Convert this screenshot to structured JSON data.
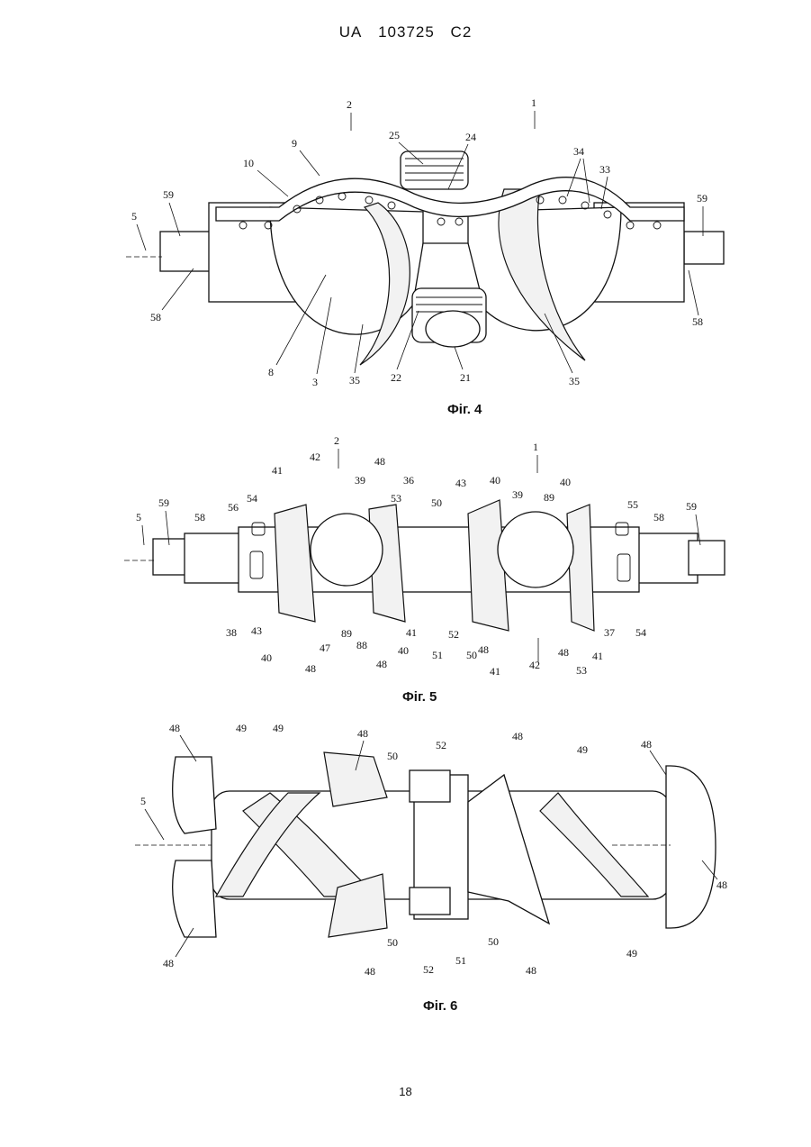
{
  "header": {
    "country": "UA",
    "number": "103725",
    "kind": "C2"
  },
  "figures": [
    {
      "caption": "Фіг. 4",
      "labels": [
        "2",
        "1",
        "9",
        "25",
        "24",
        "10",
        "34",
        "33",
        "59",
        "5",
        "59",
        "58",
        "58",
        "8",
        "3",
        "35",
        "22",
        "21",
        "35"
      ]
    },
    {
      "caption": "Фіг. 5",
      "labels": [
        "2",
        "1",
        "42",
        "48",
        "41",
        "39",
        "36",
        "53",
        "43",
        "40",
        "40",
        "39",
        "89",
        "55",
        "59",
        "54",
        "56",
        "59",
        "58",
        "58",
        "5",
        "50",
        "38",
        "43",
        "47",
        "89",
        "88",
        "41",
        "52",
        "48",
        "37",
        "54",
        "40",
        "48",
        "40",
        "51",
        "50",
        "48",
        "41",
        "42",
        "53",
        "48",
        "41"
      ]
    },
    {
      "caption": "Фіг. 6",
      "labels": [
        "48",
        "49",
        "49",
        "48",
        "52",
        "48",
        "49",
        "48",
        "50",
        "5",
        "48",
        "48",
        "50",
        "50",
        "52",
        "51",
        "48",
        "49",
        "48"
      ]
    }
  ],
  "page_number": "18"
}
